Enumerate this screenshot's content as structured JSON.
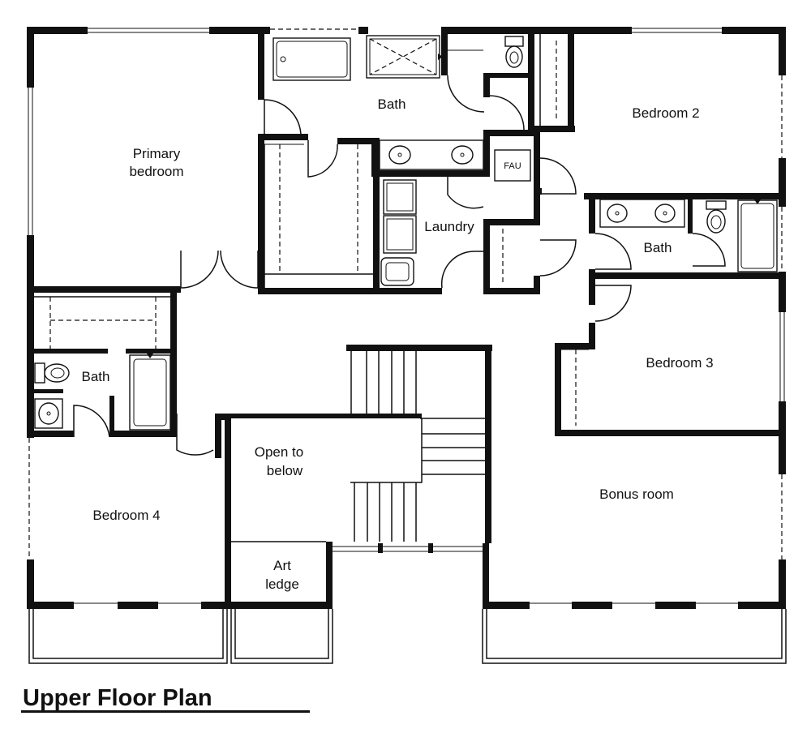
{
  "plan": {
    "title": "Upper Floor Plan",
    "rooms": {
      "primary_bedroom": [
        "Primary",
        "bedroom"
      ],
      "bath_primary": "Bath",
      "bedroom_2": "Bedroom 2",
      "laundry": "Laundry",
      "fau": "FAU",
      "bath_2": "Bath",
      "bedroom_3": "Bedroom 3",
      "bath_3": "Bath",
      "open_to_below": [
        "Open to",
        "below"
      ],
      "bedroom_4": "Bedroom 4",
      "art_ledge": [
        "Art",
        "ledge"
      ],
      "bonus_room": "Bonus room"
    }
  }
}
